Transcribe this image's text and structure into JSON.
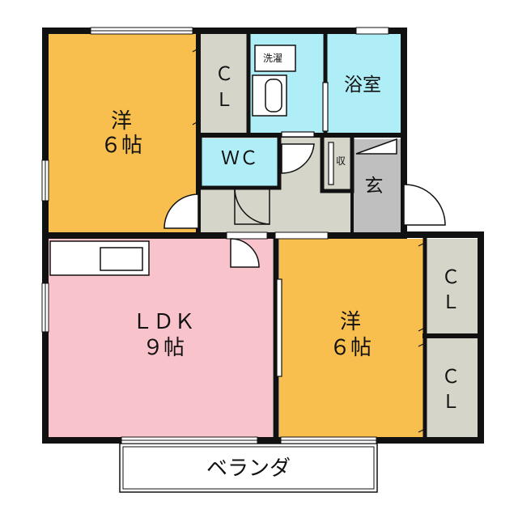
{
  "rooms": {
    "western_nw": {
      "name": "洋",
      "size": "６帖"
    },
    "western_se": {
      "name": "洋",
      "size": "６帖"
    },
    "ldk": {
      "name": "ＬＤＫ",
      "size": "９帖"
    },
    "closet_n": {
      "line1": "Ｃ",
      "line2": "Ｌ"
    },
    "closet_e1": {
      "line1": "Ｃ",
      "line2": "Ｌ"
    },
    "closet_e2": {
      "line1": "Ｃ",
      "line2": "Ｌ"
    },
    "wc": "ＷＣ",
    "bathroom": "浴室",
    "laundry": "洗濯",
    "storage": "収",
    "entrance": "玄"
  },
  "balcony": "ベランダ",
  "colors": {
    "western": "#f8bf4e",
    "ldk": "#f9c3cc",
    "wet_area": "#b0eef7",
    "hall": "#d6d5c9",
    "closet": "#d6d5c9",
    "entrance": "#bfbfbf",
    "wall": "#111111"
  }
}
